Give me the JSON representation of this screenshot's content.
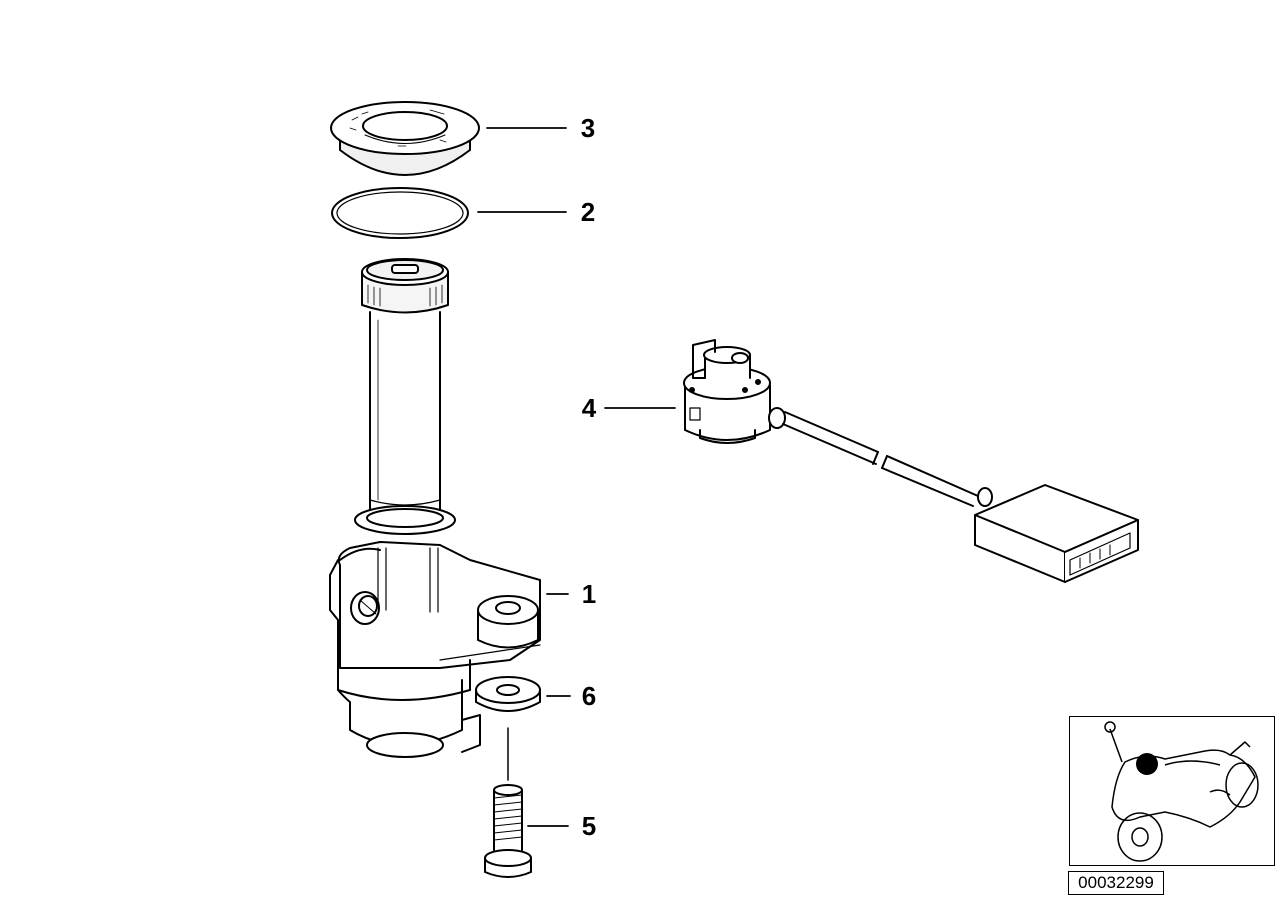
{
  "diagram": {
    "callouts": [
      {
        "id": "part-3",
        "label": "3"
      },
      {
        "id": "part-2",
        "label": "2"
      },
      {
        "id": "part-4",
        "label": "4"
      },
      {
        "id": "part-1",
        "label": "1"
      },
      {
        "id": "part-6",
        "label": "6"
      },
      {
        "id": "part-5",
        "label": "5"
      }
    ],
    "reference_number": "00032299",
    "colors": {
      "line": "#000000",
      "background": "#ffffff",
      "locator_dot": "#000000"
    }
  }
}
